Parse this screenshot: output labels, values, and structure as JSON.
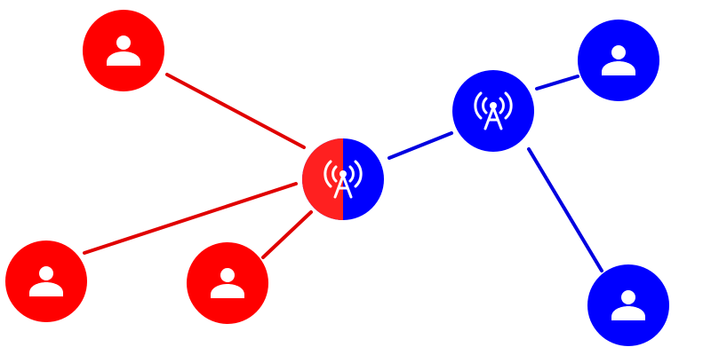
{
  "colors": {
    "network_a": "#ff0000",
    "network_b": "#0000ff",
    "shared_red": "#ff2020",
    "icon": "#ffffff"
  },
  "nodes": [
    {
      "id": "user-1",
      "type": "user",
      "network": "network_a"
    },
    {
      "id": "user-2",
      "type": "user",
      "network": "network_a"
    },
    {
      "id": "user-3",
      "type": "user",
      "network": "network_a"
    },
    {
      "id": "tower-shared",
      "type": "tower",
      "network": "shared"
    },
    {
      "id": "tower-b",
      "type": "tower",
      "network": "network_b"
    },
    {
      "id": "user-4",
      "type": "user",
      "network": "network_b"
    },
    {
      "id": "user-5",
      "type": "user",
      "network": "network_b"
    }
  ],
  "edges": [
    {
      "from": "user-1",
      "to": "tower-shared",
      "network": "network_a"
    },
    {
      "from": "user-2",
      "to": "tower-shared",
      "network": "network_a"
    },
    {
      "from": "user-3",
      "to": "tower-shared",
      "network": "network_a"
    },
    {
      "from": "tower-shared",
      "to": "tower-b",
      "network": "network_b"
    },
    {
      "from": "tower-b",
      "to": "user-4",
      "network": "network_b"
    },
    {
      "from": "tower-b",
      "to": "user-5",
      "network": "network_b"
    }
  ]
}
